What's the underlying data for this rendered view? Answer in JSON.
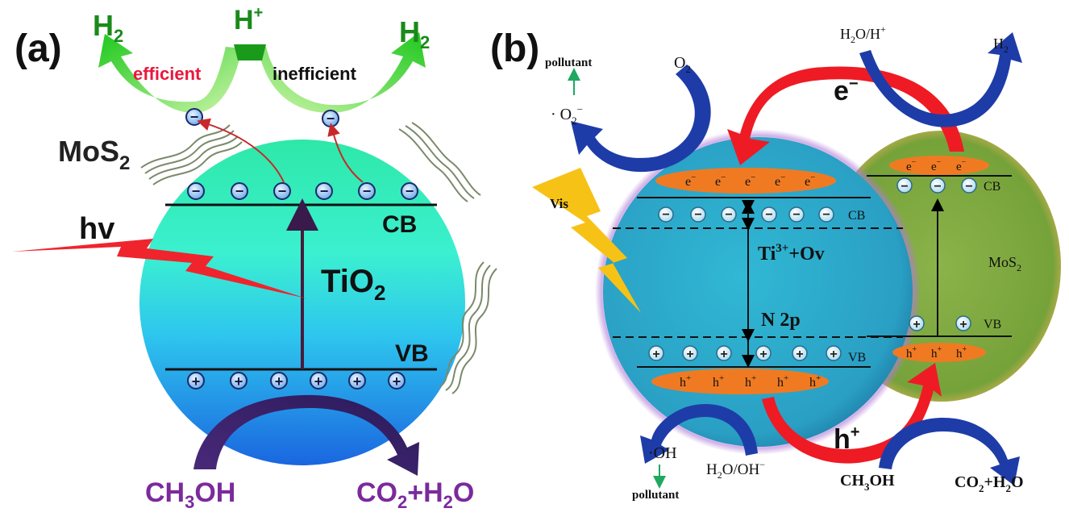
{
  "panel_a": {
    "label": "(a)",
    "h2_left": "H",
    "h2_left_sub": "2",
    "h_plus": "H",
    "h_plus_sup": "+",
    "h2_right": "H",
    "h2_right_sub": "2",
    "efficient": "efficient",
    "inefficient": "inefficient",
    "mos2": "MoS",
    "mos2_sub": "2",
    "hv": "hv",
    "cb": "CB",
    "vb": "VB",
    "tio2": "TiO",
    "tio2_sub": "2",
    "ch3oh_pre": "CH",
    "ch3oh_sub": "3",
    "ch3oh_post": "OH",
    "co2_pre": "CO",
    "co2_sub": "2",
    "co2_mid": "+H",
    "co2_sub2": "2",
    "co2_post": "O",
    "electron_symbol": "−",
    "hole_symbol": "+"
  },
  "panel_b": {
    "label": "(b)",
    "pollutant_top": "pollutant",
    "o2_radical_pre": "· O",
    "o2_radical_sub": "2",
    "o2_radical_sup": "−",
    "o2": "O",
    "o2_sub": "2",
    "electron_big": "e",
    "electron_big_sup": "−",
    "h2o_hplus_pre": "H",
    "h2o_hplus_sub": "2",
    "h2o_hplus_mid": "O/H",
    "h2o_hplus_sup": "+",
    "h2_right": "H",
    "h2_right_sub": "2",
    "vis": "Vis",
    "cb_left": "CB",
    "cb_right": "CB",
    "ti3_pre": "Ti",
    "ti3_sup": "3+",
    "ti3_post": "+Ov",
    "mos2": "MoS",
    "mos2_sub": "2",
    "n2p": "N 2p",
    "vb_left": "VB",
    "vb_right": "VB",
    "oh_radical": "·OH",
    "pollutant_bottom": "pollutant",
    "h2o_ohminus_pre": "H",
    "h2o_ohminus_sub": "2",
    "h2o_ohminus_mid": "O/OH",
    "h2o_ohminus_sup": "−",
    "hole_big": "h",
    "hole_big_sup": "+",
    "ch3oh_pre": "CH",
    "ch3oh_sub": "3",
    "ch3oh_post": "OH",
    "co2_pre": "CO",
    "co2_sub": "2",
    "co2_mid": "+H",
    "co2_sub2": "2",
    "co2_post": "O",
    "e_small": "e",
    "e_small_sup": "−",
    "h_small": "h",
    "h_small_sup": "+",
    "electron_symbol": "−",
    "hole_symbol": "+"
  },
  "colors": {
    "green_arrow": "#22c81e",
    "red_arrow": "#ee1b24",
    "blue_arrow": "#1e3ca8",
    "purple_text": "#7b2a9c",
    "green_text": "#1a8a1a",
    "efficient_red": "#e8183c",
    "orange_band": "#f07a22",
    "mos2_green": "#7fa83c",
    "yellow_bolt": "#f7c216"
  }
}
